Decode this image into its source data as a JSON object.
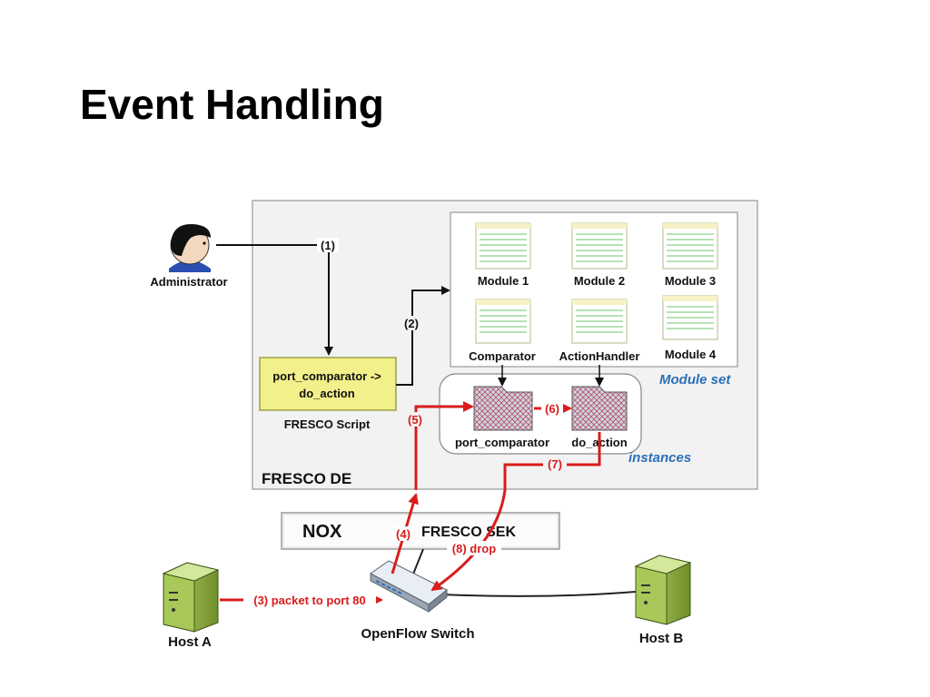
{
  "slide": {
    "title": "Event Handling"
  },
  "diagram": {
    "administrator": "Administrator",
    "fresco_de": "FRESCO DE",
    "fresco_script": {
      "line1": "port_comparator ->",
      "line2": "do_action",
      "caption": "FRESCO Script"
    },
    "module_set": "Module set",
    "modules": [
      "Module 1",
      "Module 2",
      "Module 3",
      "Comparator",
      "ActionHandler",
      "Module 4"
    ],
    "instances_label": "instances",
    "instances": [
      "port_comparator",
      "do_action"
    ],
    "nox": "NOX",
    "fresco_sek": "FRESCO SEK",
    "steps": {
      "s1": "(1)",
      "s2": "(2)",
      "s3": "(3) packet to port 80",
      "s4": "(4)",
      "s5": "(5)",
      "s6": "(6)",
      "s7": "(7)",
      "s8": "(8) drop"
    },
    "host_a": "Host A",
    "host_b": "Host B",
    "switch": "OpenFlow Switch"
  },
  "colors": {
    "flow_red": "#d91c1c",
    "script_yellow": "#f2f08a",
    "caption_blue": "#2c6fb7"
  }
}
